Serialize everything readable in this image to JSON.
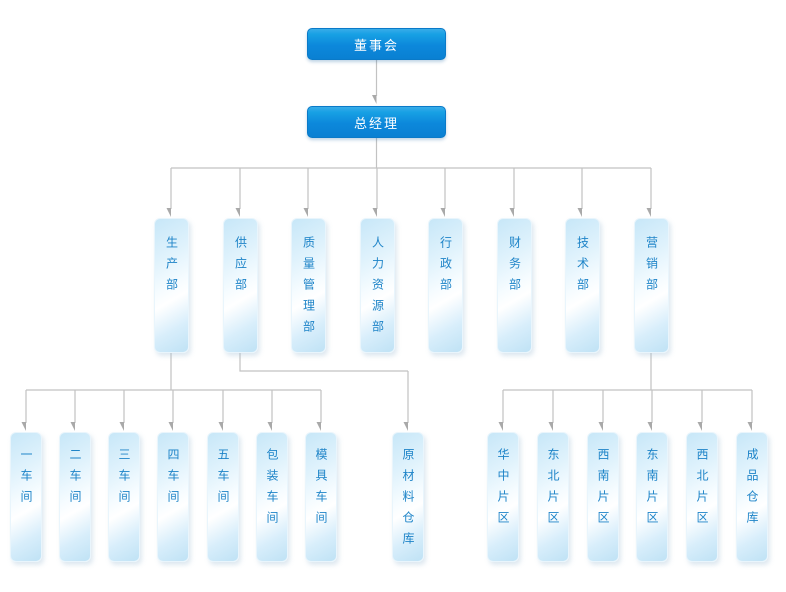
{
  "org": {
    "root": {
      "label": "董事会"
    },
    "general_manager": {
      "label": "总经理"
    },
    "departments": [
      {
        "label": "生产部"
      },
      {
        "label": "供应部"
      },
      {
        "label": "质量管理部"
      },
      {
        "label": "人力资源部"
      },
      {
        "label": "行政部"
      },
      {
        "label": "财务部"
      },
      {
        "label": "技术部"
      },
      {
        "label": "营销部"
      }
    ],
    "production_units": [
      {
        "label": "一车间"
      },
      {
        "label": "二车间"
      },
      {
        "label": "三车间"
      },
      {
        "label": "四车间"
      },
      {
        "label": "五车间"
      },
      {
        "label": "包装车间"
      },
      {
        "label": "模具车间"
      }
    ],
    "supply_units": [
      {
        "label": "原材料仓库"
      }
    ],
    "marketing_units": [
      {
        "label": "华中片区"
      },
      {
        "label": "东北片区"
      },
      {
        "label": "西南片区"
      },
      {
        "label": "东南片区"
      },
      {
        "label": "西北片区"
      },
      {
        "label": "成品仓库"
      }
    ]
  },
  "colors": {
    "primary_box_blue": "#0c88db",
    "light_box_blue": "#c7e7f8",
    "node_text_blue": "#1e84c8",
    "header_text": "#ffffff",
    "connector_gray": "#c2c2c2",
    "arrow_gray": "#a9a9a9",
    "background": "#ffffff"
  }
}
